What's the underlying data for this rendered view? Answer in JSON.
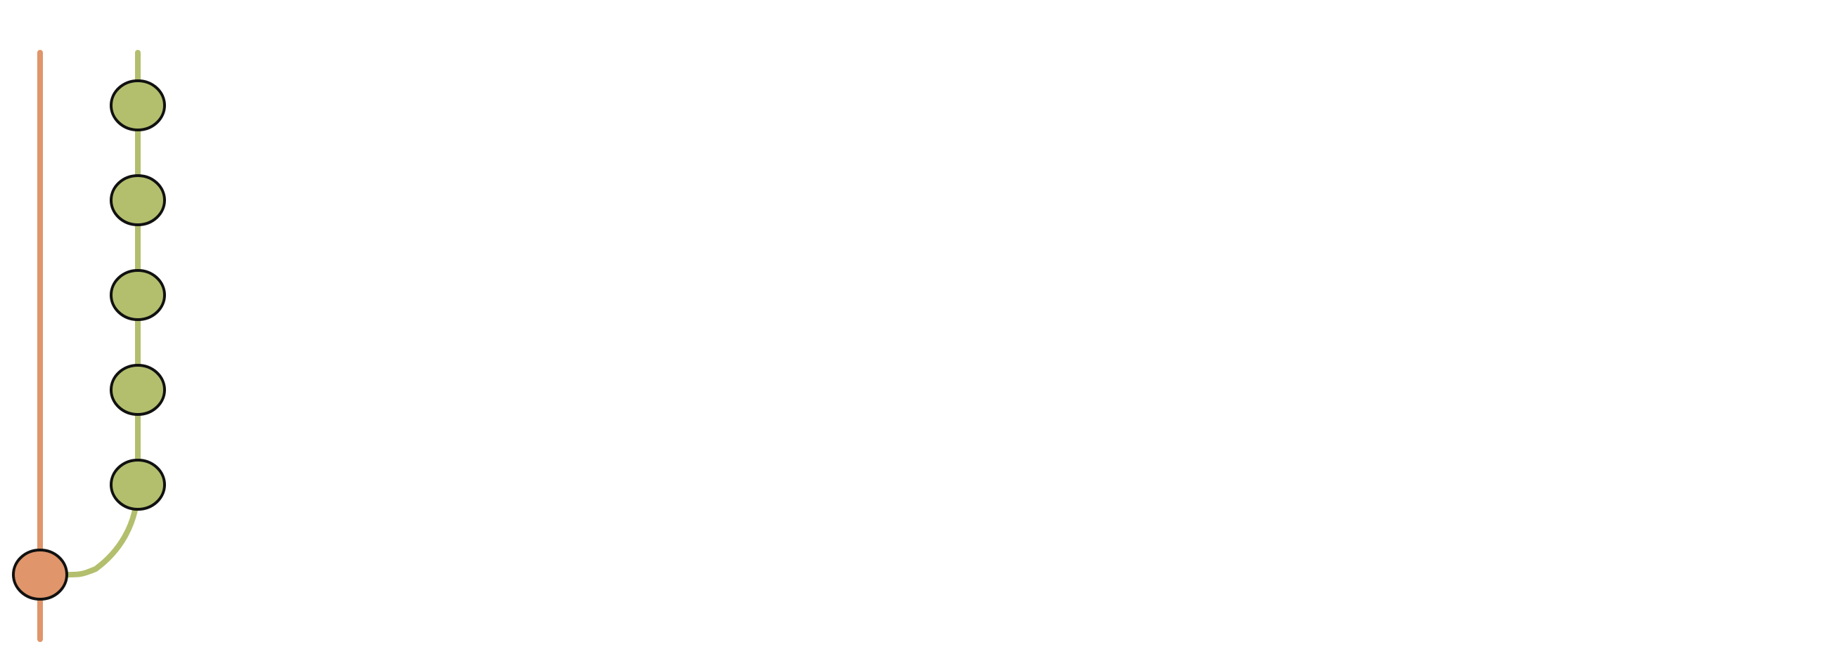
{
  "diagram": {
    "type": "branch-graph",
    "colors": {
      "main_branch": "#E0956A",
      "feature_branch": "#B3BF6D",
      "node_stroke": "#111111",
      "background": "#FFFFFF"
    },
    "branches": [
      {
        "id": "main",
        "color": "#E0956A",
        "commit_count": 1
      },
      {
        "id": "feature",
        "color": "#B3BF6D",
        "commit_count": 5,
        "merges_into": "main"
      }
    ]
  }
}
